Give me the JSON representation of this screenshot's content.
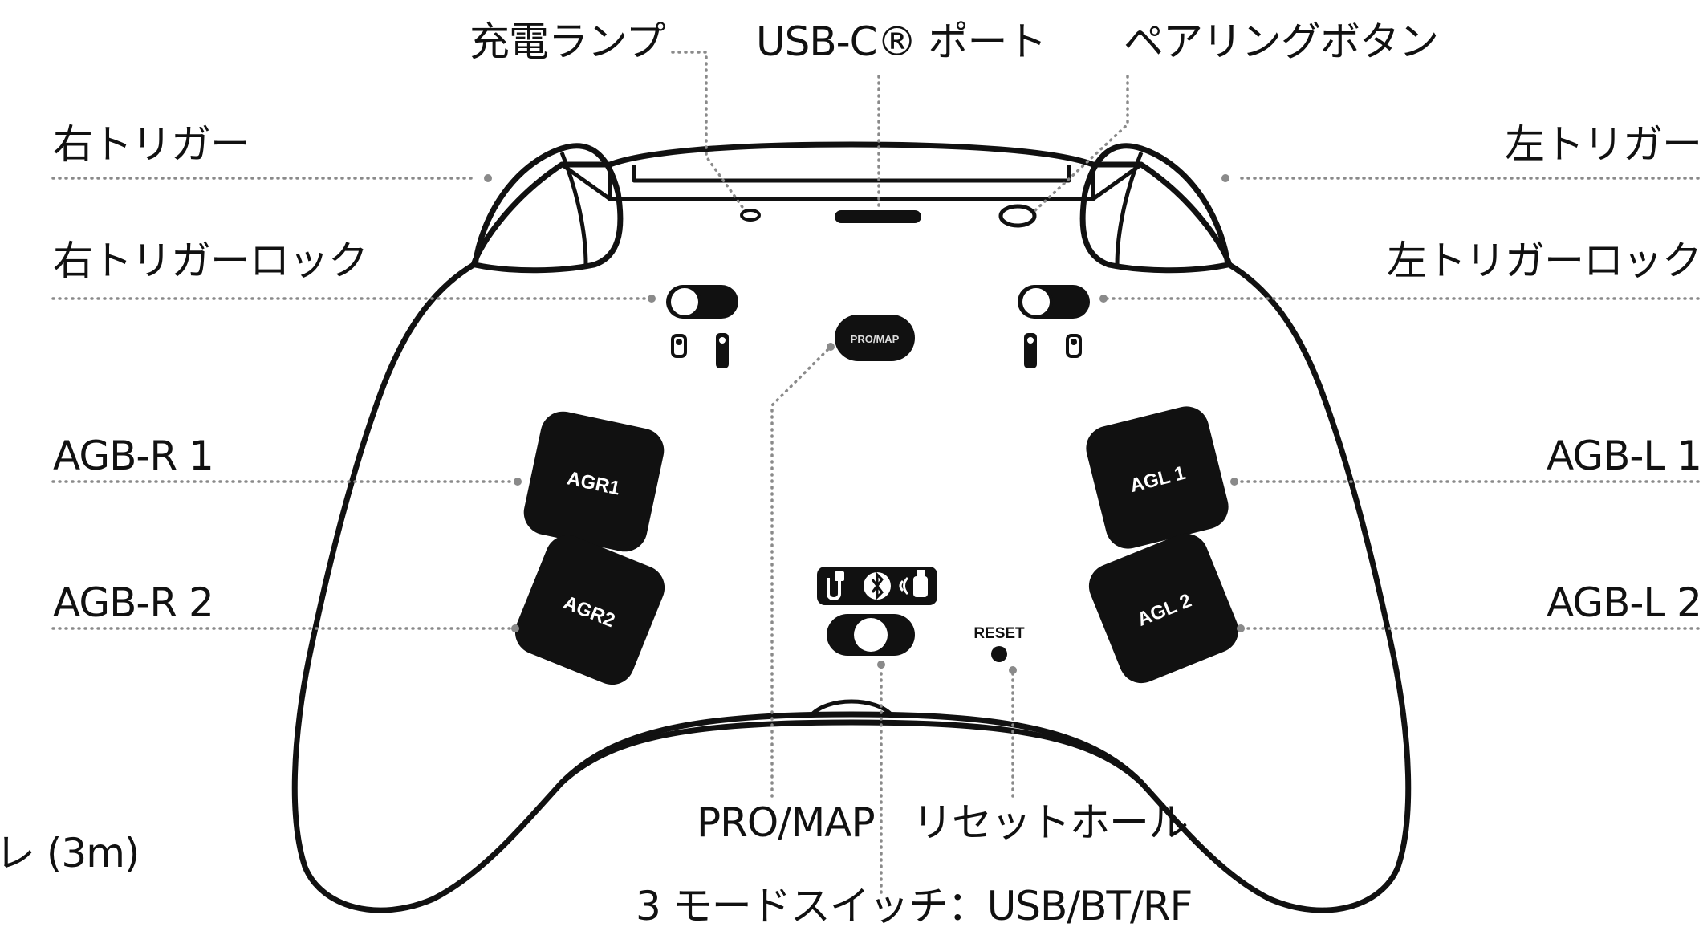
{
  "labels": {
    "charging_lamp": "充電ランプ",
    "usbc_port": "USB-C® ポート",
    "pairing_button": "ペアリングボタン",
    "right_trigger": "右トリガー",
    "left_trigger": "左トリガー",
    "right_trigger_lock": "右トリガーロック",
    "left_trigger_lock": "左トリガーロック",
    "agb_r1": "AGB-R 1",
    "agb_r2": "AGB-R 2",
    "agb_l1": "AGB-L 1",
    "agb_l2": "AGB-L 2",
    "pro_map": "PRO/MAP",
    "reset_hole": "リセットホール",
    "mode_switch": "3 モードスイッチ：USB/BT/RF",
    "cable_partial": "レ (3m)"
  },
  "device_text": {
    "pro_map_button": "PRO/MAP",
    "reset": "RESET",
    "agr1": "AGR1",
    "agr2": "AGR2",
    "agl1": "AGL 1",
    "agl2": "AGL 2"
  }
}
